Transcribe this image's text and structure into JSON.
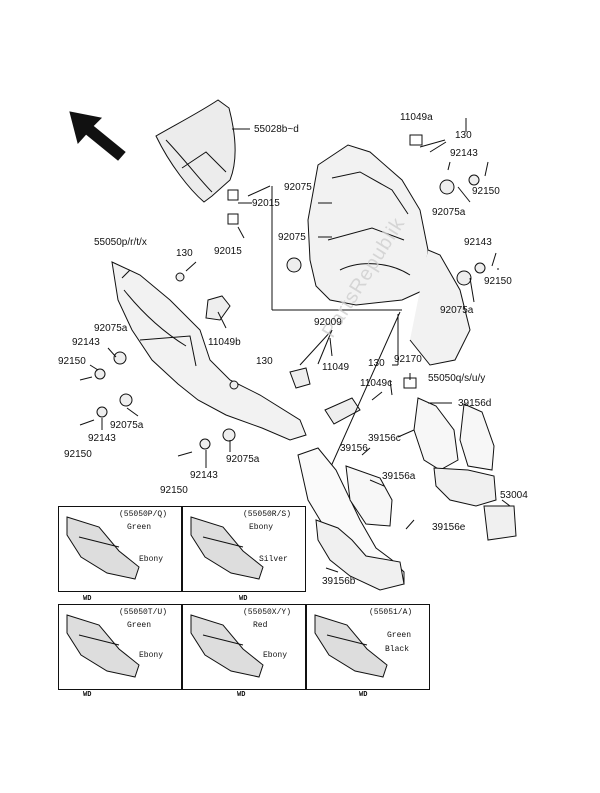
{
  "diagram": {
    "labels": [
      {
        "id": "p55028",
        "text": "55028b~d"
      },
      {
        "id": "p11049a",
        "text": "11049a"
      },
      {
        "id": "p130a",
        "text": "130"
      },
      {
        "id": "p92143a",
        "text": "92143"
      },
      {
        "id": "p92150a",
        "text": "92150"
      },
      {
        "id": "p92075r1",
        "text": "92075"
      },
      {
        "id": "p92015a",
        "text": "92015"
      },
      {
        "id": "p92075aR",
        "text": "92075a"
      },
      {
        "id": "p92075r2",
        "text": "92075"
      },
      {
        "id": "p92015b",
        "text": "92015"
      },
      {
        "id": "p92143b",
        "text": "92143"
      },
      {
        "id": "p92150b",
        "text": "92150"
      },
      {
        "id": "p55050a",
        "text": "55050p/r/t/x"
      },
      {
        "id": "p130b",
        "text": "130"
      },
      {
        "id": "p92075aR2",
        "text": "92075a"
      },
      {
        "id": "p92009",
        "text": "92009"
      },
      {
        "id": "p92075aL",
        "text": "92075a"
      },
      {
        "id": "p11049b",
        "text": "11049b"
      },
      {
        "id": "p92143c",
        "text": "92143"
      },
      {
        "id": "p92150c",
        "text": "92150"
      },
      {
        "id": "p130c",
        "text": "130"
      },
      {
        "id": "p11049",
        "text": "11049"
      },
      {
        "id": "p130d",
        "text": "130"
      },
      {
        "id": "p92170",
        "text": "92170"
      },
      {
        "id": "p11049c",
        "text": "11049c"
      },
      {
        "id": "p55050b",
        "text": "55050q/s/u/y"
      },
      {
        "id": "p92075aL2",
        "text": "92075a"
      },
      {
        "id": "p92143d",
        "text": "92143"
      },
      {
        "id": "p92150d",
        "text": "92150"
      },
      {
        "id": "p39156d",
        "text": "39156d"
      },
      {
        "id": "p39156c",
        "text": "39156c"
      },
      {
        "id": "p39156",
        "text": "39156"
      },
      {
        "id": "p92075aB",
        "text": "92075a"
      },
      {
        "id": "p92143e",
        "text": "92143"
      },
      {
        "id": "p39156a",
        "text": "39156a"
      },
      {
        "id": "p92150e",
        "text": "92150"
      },
      {
        "id": "p53004",
        "text": "53004"
      },
      {
        "id": "p39156e",
        "text": "39156e"
      },
      {
        "id": "p39156b",
        "text": "39156b"
      }
    ],
    "watermark": "PartsRepublik",
    "color_boxes": [
      {
        "code": "(55050P/Q)",
        "colors": [
          "Green",
          "Ebony"
        ],
        "wd": "WD"
      },
      {
        "code": "(55050R/S)",
        "colors": [
          "Ebony",
          "Silver"
        ],
        "wd": "WD"
      },
      {
        "code": "(55050T/U)",
        "colors": [
          "Green",
          "Ebony"
        ],
        "wd": "WD"
      },
      {
        "code": "(55050X/Y)",
        "colors": [
          "Red",
          "Ebony"
        ],
        "wd": "WD"
      },
      {
        "code": "(55051/A)",
        "colors": [
          "Green",
          "Black"
        ],
        "wd": "WD"
      }
    ]
  }
}
